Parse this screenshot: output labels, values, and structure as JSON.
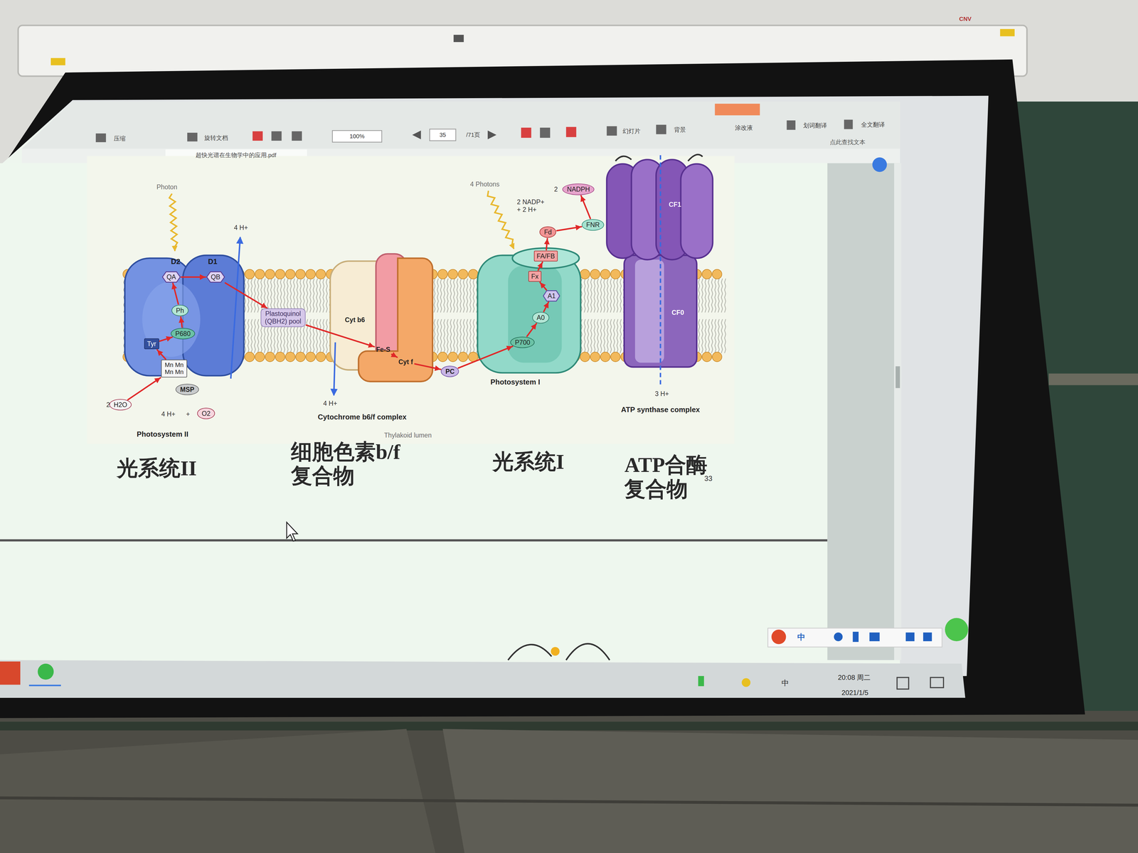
{
  "diagram": {
    "nodes": [
      {
        "text": [
          "QA"
        ]
      },
      {
        "text": [
          "QB"
        ]
      },
      {
        "text": [
          "Ph"
        ]
      },
      {
        "text": [
          "P680"
        ]
      },
      {
        "text": [
          "Tyr"
        ]
      },
      {
        "text": [
          "Mn Mn Mn Mn"
        ]
      },
      {
        "text": [
          "MSP"
        ]
      },
      {
        "text": [
          "H2O"
        ]
      },
      {
        "text": [
          "O2"
        ]
      },
      {
        "text": [
          "Plastoquinol (QBH2) pool"
        ]
      },
      {
        "text": [
          "Cyt b6"
        ]
      },
      {
        "text": [
          "Fe-S"
        ]
      },
      {
        "text": [
          "Cyt f"
        ]
      },
      {
        "text": [
          "PC"
        ]
      },
      {
        "text": [
          "FA/FB"
        ]
      },
      {
        "text": [
          "Fx"
        ]
      },
      {
        "text": [
          "A1"
        ]
      },
      {
        "text": [
          "A0"
        ]
      },
      {
        "text": [
          "P700"
        ]
      },
      {
        "text": [
          "Fd"
        ]
      },
      {
        "text": [
          "FNR"
        ]
      },
      {
        "text": [
          "NADPH"
        ]
      },
      {
        "text": [
          "CF1"
        ]
      },
      {
        "text": [
          "CF0"
        ]
      }
    ],
    "edges": [
      {
        "from": 7,
        "to": 5,
        "arrow": "to"
      },
      {
        "from": 5,
        "to": 4,
        "arrow": "to"
      },
      {
        "from": 4,
        "to": 3,
        "arrow": "to"
      },
      {
        "from": 3,
        "to": 2,
        "arrow": "to"
      },
      {
        "from": 2,
        "to": 0,
        "arrow": "to"
      },
      {
        "from": 0,
        "to": 1,
        "arrow": "to"
      },
      {
        "from": 1,
        "to": 9,
        "arrow": "to"
      },
      {
        "from": 9,
        "to": 11,
        "arrow": "to"
      },
      {
        "from": 11,
        "to": 12,
        "arrow": "to"
      },
      {
        "from": 12,
        "to": 13,
        "arrow": "to"
      },
      {
        "from": 13,
        "to": 18,
        "arrow": "to"
      },
      {
        "from": 18,
        "to": 17,
        "arrow": "to"
      },
      {
        "from": 17,
        "to": 16,
        "arrow": "to"
      },
      {
        "from": 16,
        "to": 15,
        "arrow": "to"
      },
      {
        "from": 15,
        "to": 14,
        "arrow": "to"
      },
      {
        "from": 14,
        "to": 19,
        "arrow": "to"
      },
      {
        "from": 19,
        "to": 20,
        "arrow": "to"
      },
      {
        "from": 20,
        "to": 21,
        "arrow": "to"
      }
    ],
    "labels": [
      "CNV",
      "压缩",
      "旋转文档",
      "100%",
      "35",
      "/71页",
      "幻灯片",
      "背景",
      "涂改液",
      "划词翻译",
      "全文翻译",
      "点此查找文本",
      "超快光谱在生物学中的应用.pdf",
      "Photon",
      "4 H+",
      "D2",
      "D1",
      "2",
      "4 H+",
      "+",
      "Photosystem II",
      "4 H+",
      "Cytochrome b6/f complex",
      "Thylakoid lumen",
      "4 Photons",
      "2 NADP+ + 2 H+",
      "2",
      "Photosystem I",
      "3 H+",
      "ATP synthase complex",
      "光系统II",
      "细胞色素b/f 复合物",
      "光系统I",
      "ATP合酶 复合物",
      "33",
      "中",
      "中",
      "20:08 周二",
      "2021/1/5"
    ]
  }
}
